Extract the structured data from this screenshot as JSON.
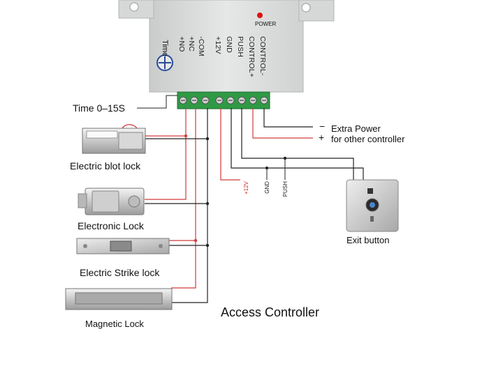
{
  "controller": {
    "power_label": "POWER",
    "time_label": "Time",
    "terminal_labels": [
      "+NO",
      "+NC",
      "-COM",
      "+12V",
      "GND",
      "PUSH",
      "CONTROL+",
      "CONTROL-"
    ]
  },
  "labels": {
    "time_range": "Time   0–15S",
    "extra_power_minus": "−",
    "extra_power_line1": "Extra Power",
    "extra_power_plus": "+",
    "extra_power_line2": "for other controller",
    "wire_12v": "+12V",
    "wire_gnd": "GND",
    "wire_push": "PUSH",
    "exit_button": "Exit button",
    "title": "Access Controller"
  },
  "locks": [
    {
      "name": "Electric blot lock"
    },
    {
      "name": "Electronic Lock"
    },
    {
      "name": "Electric Strike lock"
    },
    {
      "name": "Magnetic Lock"
    }
  ],
  "colors": {
    "red_wire": "#d23a3a",
    "black_wire": "#222222",
    "terminal_green": "#2f9a45",
    "housing": "#dcdedd"
  }
}
